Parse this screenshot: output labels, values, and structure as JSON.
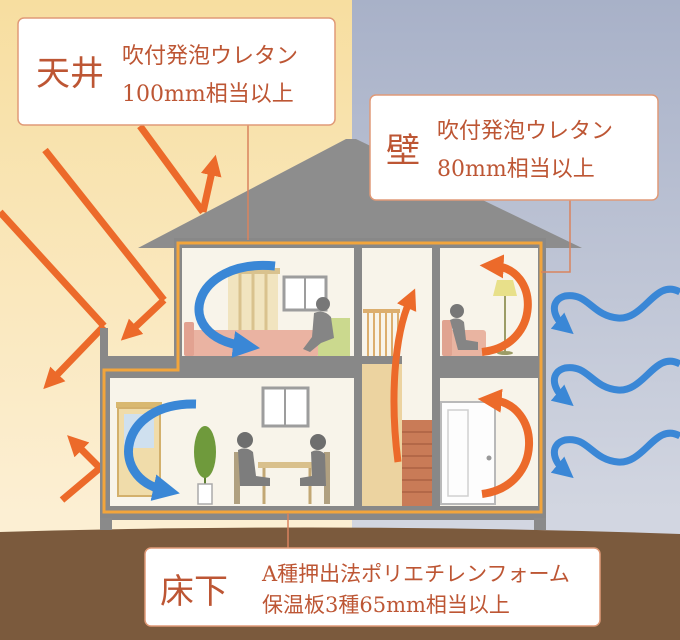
{
  "labels": {
    "ceiling": {
      "title": "天井",
      "line1": "吹付発泡ウレタン",
      "line2": "100mm相当以上"
    },
    "wall": {
      "title": "壁",
      "line1": "吹付発泡ウレタン",
      "line2": "80mm相当以上"
    },
    "underfloor": {
      "title": "床下",
      "line1": "A種押出法ポリエチレンフォーム",
      "line2": "保温板3種65mm相当以上"
    }
  },
  "colors": {
    "label_text": "#bd5634",
    "label_border": "#e09a78",
    "insulation": "#f2a53c",
    "heat_arrow": "#ec6a2a",
    "wind_arrow": "#3a87d6",
    "wall": "#888888",
    "ground": "#7b5a3d"
  }
}
